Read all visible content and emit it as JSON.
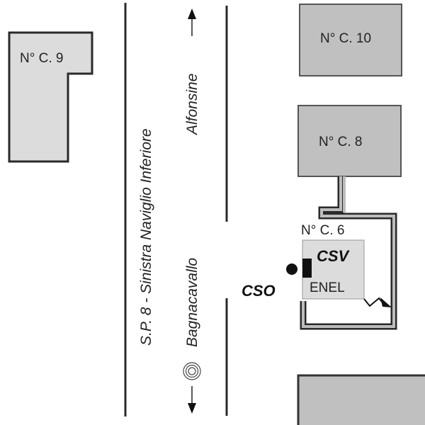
{
  "map": {
    "buildings": [
      {
        "id": "c9",
        "label": "N° C. 9"
      },
      {
        "id": "c10",
        "label": "N° C. 10"
      },
      {
        "id": "c8",
        "label": "N° C. 8"
      },
      {
        "id": "c6",
        "label": "N° C. 6"
      },
      {
        "id": "bottom-right",
        "label": ""
      }
    ],
    "road": {
      "name": "S.P. 8 - Sinistra Naviglio Inferiore",
      "direction_north": "Alfonsine",
      "direction_south": "Bagnacavallo"
    },
    "markers": {
      "csv": "CSV",
      "cso": "CSO",
      "enel": "ENEL"
    },
    "colors": {
      "building_fill": "#c0c0c0",
      "building_light_fill": "#dcdcdc",
      "outline": "#2a2a2a"
    }
  }
}
